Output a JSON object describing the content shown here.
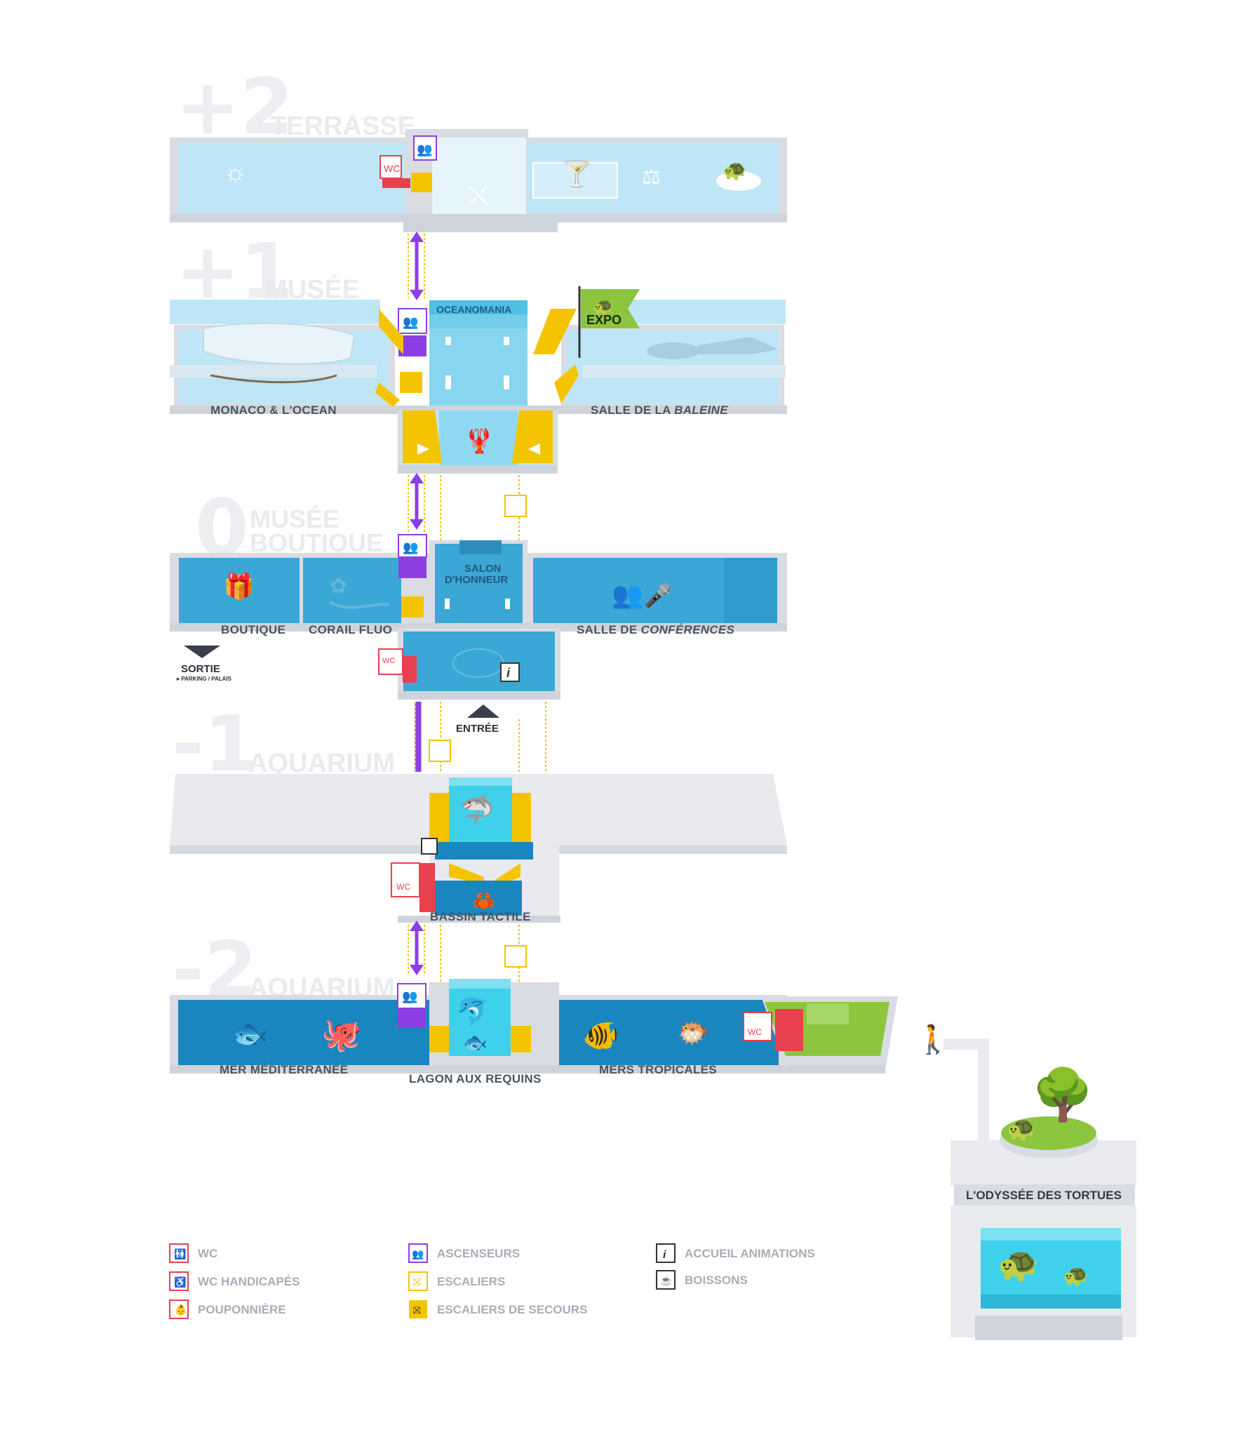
{
  "levels": [
    {
      "number": "+2",
      "name": "TERRASSE"
    },
    {
      "number": "+1",
      "name": "MUSÉE"
    },
    {
      "number": "0",
      "name": "MUSÉE",
      "name2": "BOUTIQUE"
    },
    {
      "number": "-1",
      "name": "AQUARIUM"
    },
    {
      "number": "-2",
      "name": "AQUARIUM"
    }
  ],
  "rooms": {
    "oceanomania": "OCEANOMANIA",
    "expo": "EXPO",
    "monaco": "MONACO & L'OCEAN",
    "baleine_prefix": "SALLE DE LA ",
    "baleine_italic": "BALEINE",
    "salon_1": "SALON",
    "salon_2": "D'HONNEUR",
    "boutique": "BOUTIQUE",
    "corail": "CORAIL FLUO",
    "conf_prefix": "SALLE DE ",
    "conf_italic": "CONFÉRENCES",
    "sortie": "SORTIE",
    "sortie_sub": "▸ PARKING / PALAIS",
    "entree": "ENTRÉE",
    "bassin": "BASSIN TACTILE",
    "mer_med": "MER MÉDITERRANÉE",
    "lagon": "LAGON AUX REQUINS",
    "mers_trop": "MERS TROPICALES",
    "odyssee": "L'ODYSSÉE DES TORTUES",
    "wc_badge": "WC"
  },
  "legend": [
    {
      "label": "WC",
      "icon": "wc-icon",
      "color": "#e8404f"
    },
    {
      "label": "WC HANDICAPÉS",
      "icon": "wc-handicap-icon",
      "color": "#e8404f"
    },
    {
      "label": "POUPONNIÈRE",
      "icon": "nursery-icon",
      "color": "#e8404f"
    },
    {
      "label": "ASCENSEURS",
      "icon": "elevator-icon",
      "color": "#8a3fe0"
    },
    {
      "label": "ESCALIERS",
      "icon": "stairs-icon",
      "color": "#f2c200"
    },
    {
      "label": "ESCALIERS DE SECOURS",
      "icon": "emergency-stairs-icon",
      "color": "#f2c200"
    },
    {
      "label": "ACCUEIL ANIMATIONS",
      "icon": "info-icon",
      "color": "#333333"
    },
    {
      "label": "BOISSONS",
      "icon": "drinks-icon",
      "color": "#333333"
    }
  ],
  "colors": {
    "light_blue": "#bfe6f7",
    "mid_blue": "#39a7d6",
    "dark_blue": "#1a86c0",
    "cyan": "#3fd1ec",
    "yellow": "#f5c400",
    "purple": "#8d3fe3",
    "red": "#e8404f",
    "green": "#8cc63f",
    "gray_floor": "#e9eaee",
    "wall": "#d9dce2"
  }
}
